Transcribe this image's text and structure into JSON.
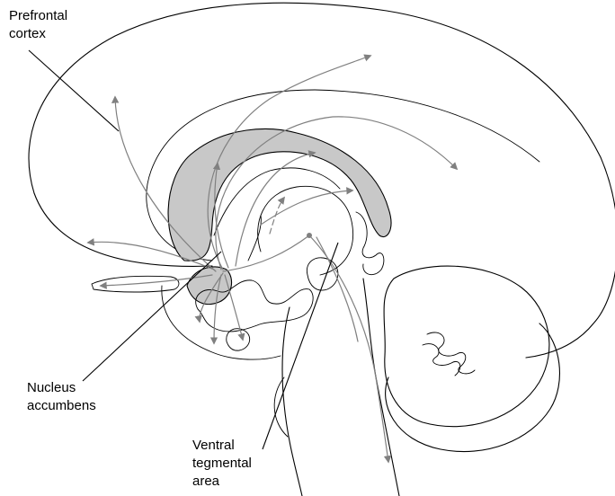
{
  "labels": {
    "prefrontal_cortex": [
      "Prefrontal",
      "cortex"
    ],
    "nucleus_accumbens": [
      "Nucleus",
      "accumbens"
    ],
    "ventral_tegmental_area": [
      "Ventral",
      "tegmental",
      "area"
    ]
  },
  "colors": {
    "outline": "#000000",
    "shaded_region": "#c8c8c8",
    "pathway_arrows": "#808080",
    "background": "#ffffff"
  }
}
